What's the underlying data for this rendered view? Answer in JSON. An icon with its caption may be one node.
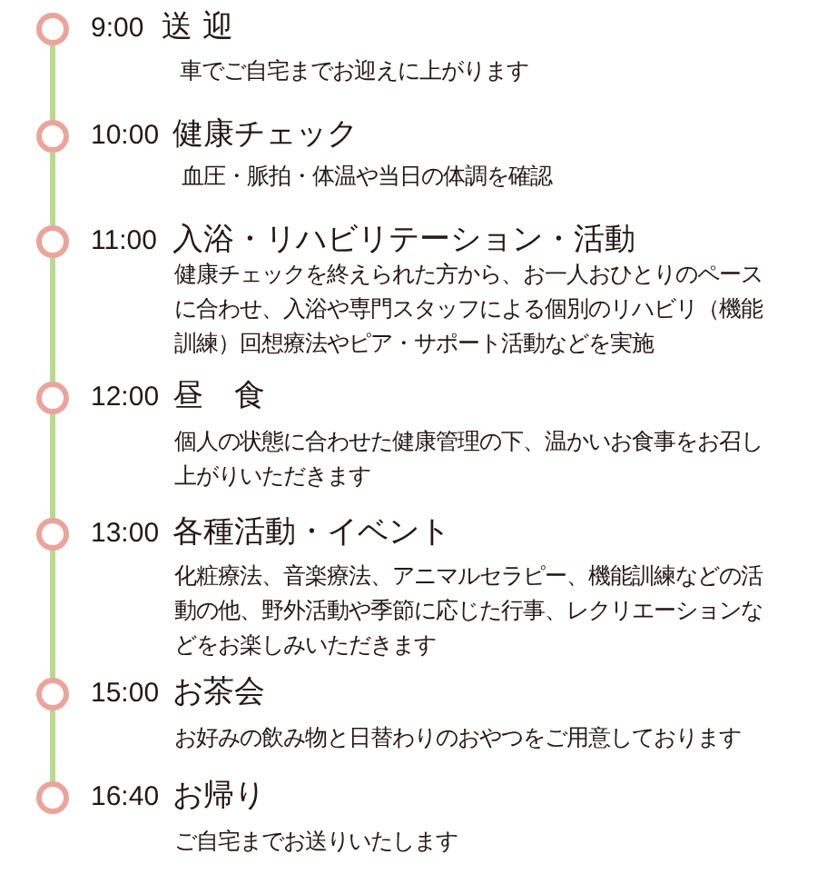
{
  "diagram": {
    "nodes": [
      {
        "text": [],
        "shape": "circle",
        "beside": [
          "9:00",
          "送 迎",
          "車でご自宅までお迎えに上がります"
        ]
      },
      {
        "text": [],
        "shape": "circle",
        "beside": [
          "10:00",
          "健康チェック",
          "血圧・脈拍・体温や当日の体調を確認"
        ]
      },
      {
        "text": [],
        "shape": "circle",
        "beside": [
          "11:00",
          "入浴・リハビリテーション・活動",
          "健康チェックを終えられた方から、お一人おひとりのペースに合わせ、入浴や専門スタッフによる個別のリハビリ（機能訓練）回想療法やピア・サポート活動などを実施"
        ]
      },
      {
        "text": [],
        "shape": "circle",
        "beside": [
          "12:00",
          "昼　食",
          "個人の状態に合わせた健康管理の下、温かいお食事をお召し上がりいただきます"
        ]
      },
      {
        "text": [],
        "shape": "circle",
        "beside": [
          "13:00",
          "各種活動・イベント",
          "化粧療法、音楽療法、アニマルセラピー、機能訓練などの活動の他、野外活動や季節に応じた行事、レクリエーションなどをお楽しみいただきます"
        ]
      },
      {
        "text": [],
        "shape": "circle",
        "beside": [
          "15:00",
          "お茶会",
          "お好みの飲み物と日替わりのおやつをご用意しております"
        ]
      },
      {
        "text": [],
        "shape": "circle",
        "beside": [
          "16:40",
          "お帰り",
          "ご自宅までお送りいたします"
        ]
      }
    ],
    "edges": [
      {
        "from": 0,
        "to": 1,
        "arrow": "none"
      },
      {
        "from": 1,
        "to": 2,
        "arrow": "none"
      },
      {
        "from": 2,
        "to": 3,
        "arrow": "none"
      },
      {
        "from": 3,
        "to": 4,
        "arrow": "none"
      },
      {
        "from": 4,
        "to": 5,
        "arrow": "none"
      },
      {
        "from": 5,
        "to": 6,
        "arrow": "none"
      }
    ]
  }
}
